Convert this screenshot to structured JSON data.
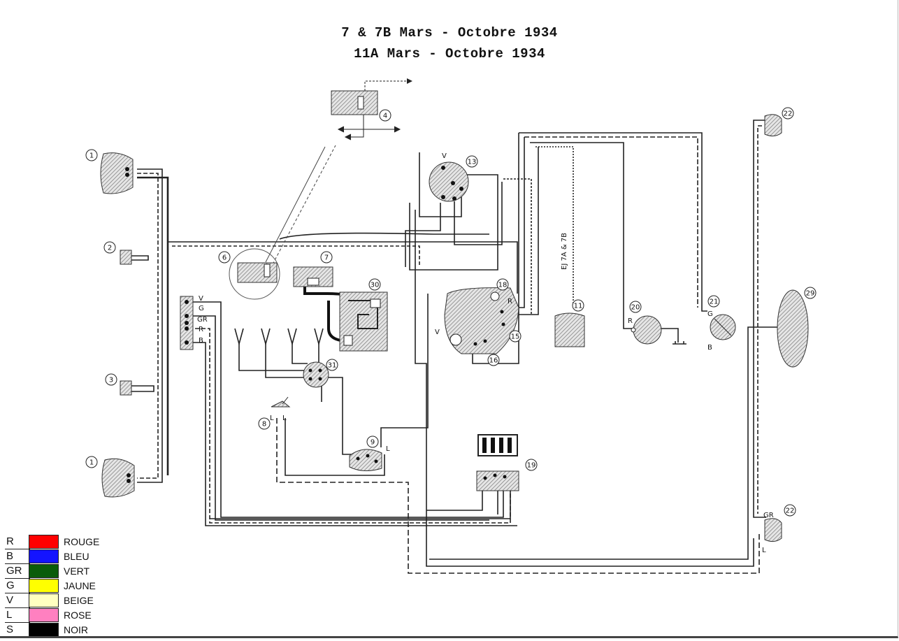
{
  "title_line1": "7 & 7B Mars - Octobre 1934",
  "title_line2": "11A Mars - Octobre 1934",
  "side_note": "EJ 7A & 7B",
  "component_numbers": [
    "1",
    "2",
    "3",
    "1",
    "4",
    "6",
    "7",
    "30",
    "31",
    "8",
    "9",
    "13",
    "18",
    "16",
    "15",
    "11",
    "20",
    "21",
    "22",
    "29",
    "19",
    "22"
  ],
  "terminal_labels": {
    "block_v": "V",
    "block_g": "G",
    "block_gr": "GR",
    "block_r": "R",
    "block_b": "B",
    "sw13_v": "V",
    "dyn_r": "R",
    "dyn_v": "V",
    "c20_r": "R",
    "c21_g": "G",
    "c21_b": "B",
    "c8_l1": "L",
    "c8_l2": "L",
    "c9_l": "L",
    "c22_gr": "GR",
    "c22_l": "L"
  },
  "legend": [
    {
      "code": "R",
      "name": "ROUGE",
      "color": "#ff0000"
    },
    {
      "code": "B",
      "name": "BLEU",
      "color": "#1414ff"
    },
    {
      "code": "GR",
      "name": "VERT",
      "color": "#0a5c0a"
    },
    {
      "code": "G",
      "name": "JAUNE",
      "color": "#ffff00"
    },
    {
      "code": "V",
      "name": "BEIGE",
      "color": "#ffffc0"
    },
    {
      "code": "L",
      "name": "ROSE",
      "color": "#ff80c0"
    },
    {
      "code": "S",
      "name": "NOIR",
      "color": "#000000"
    }
  ]
}
